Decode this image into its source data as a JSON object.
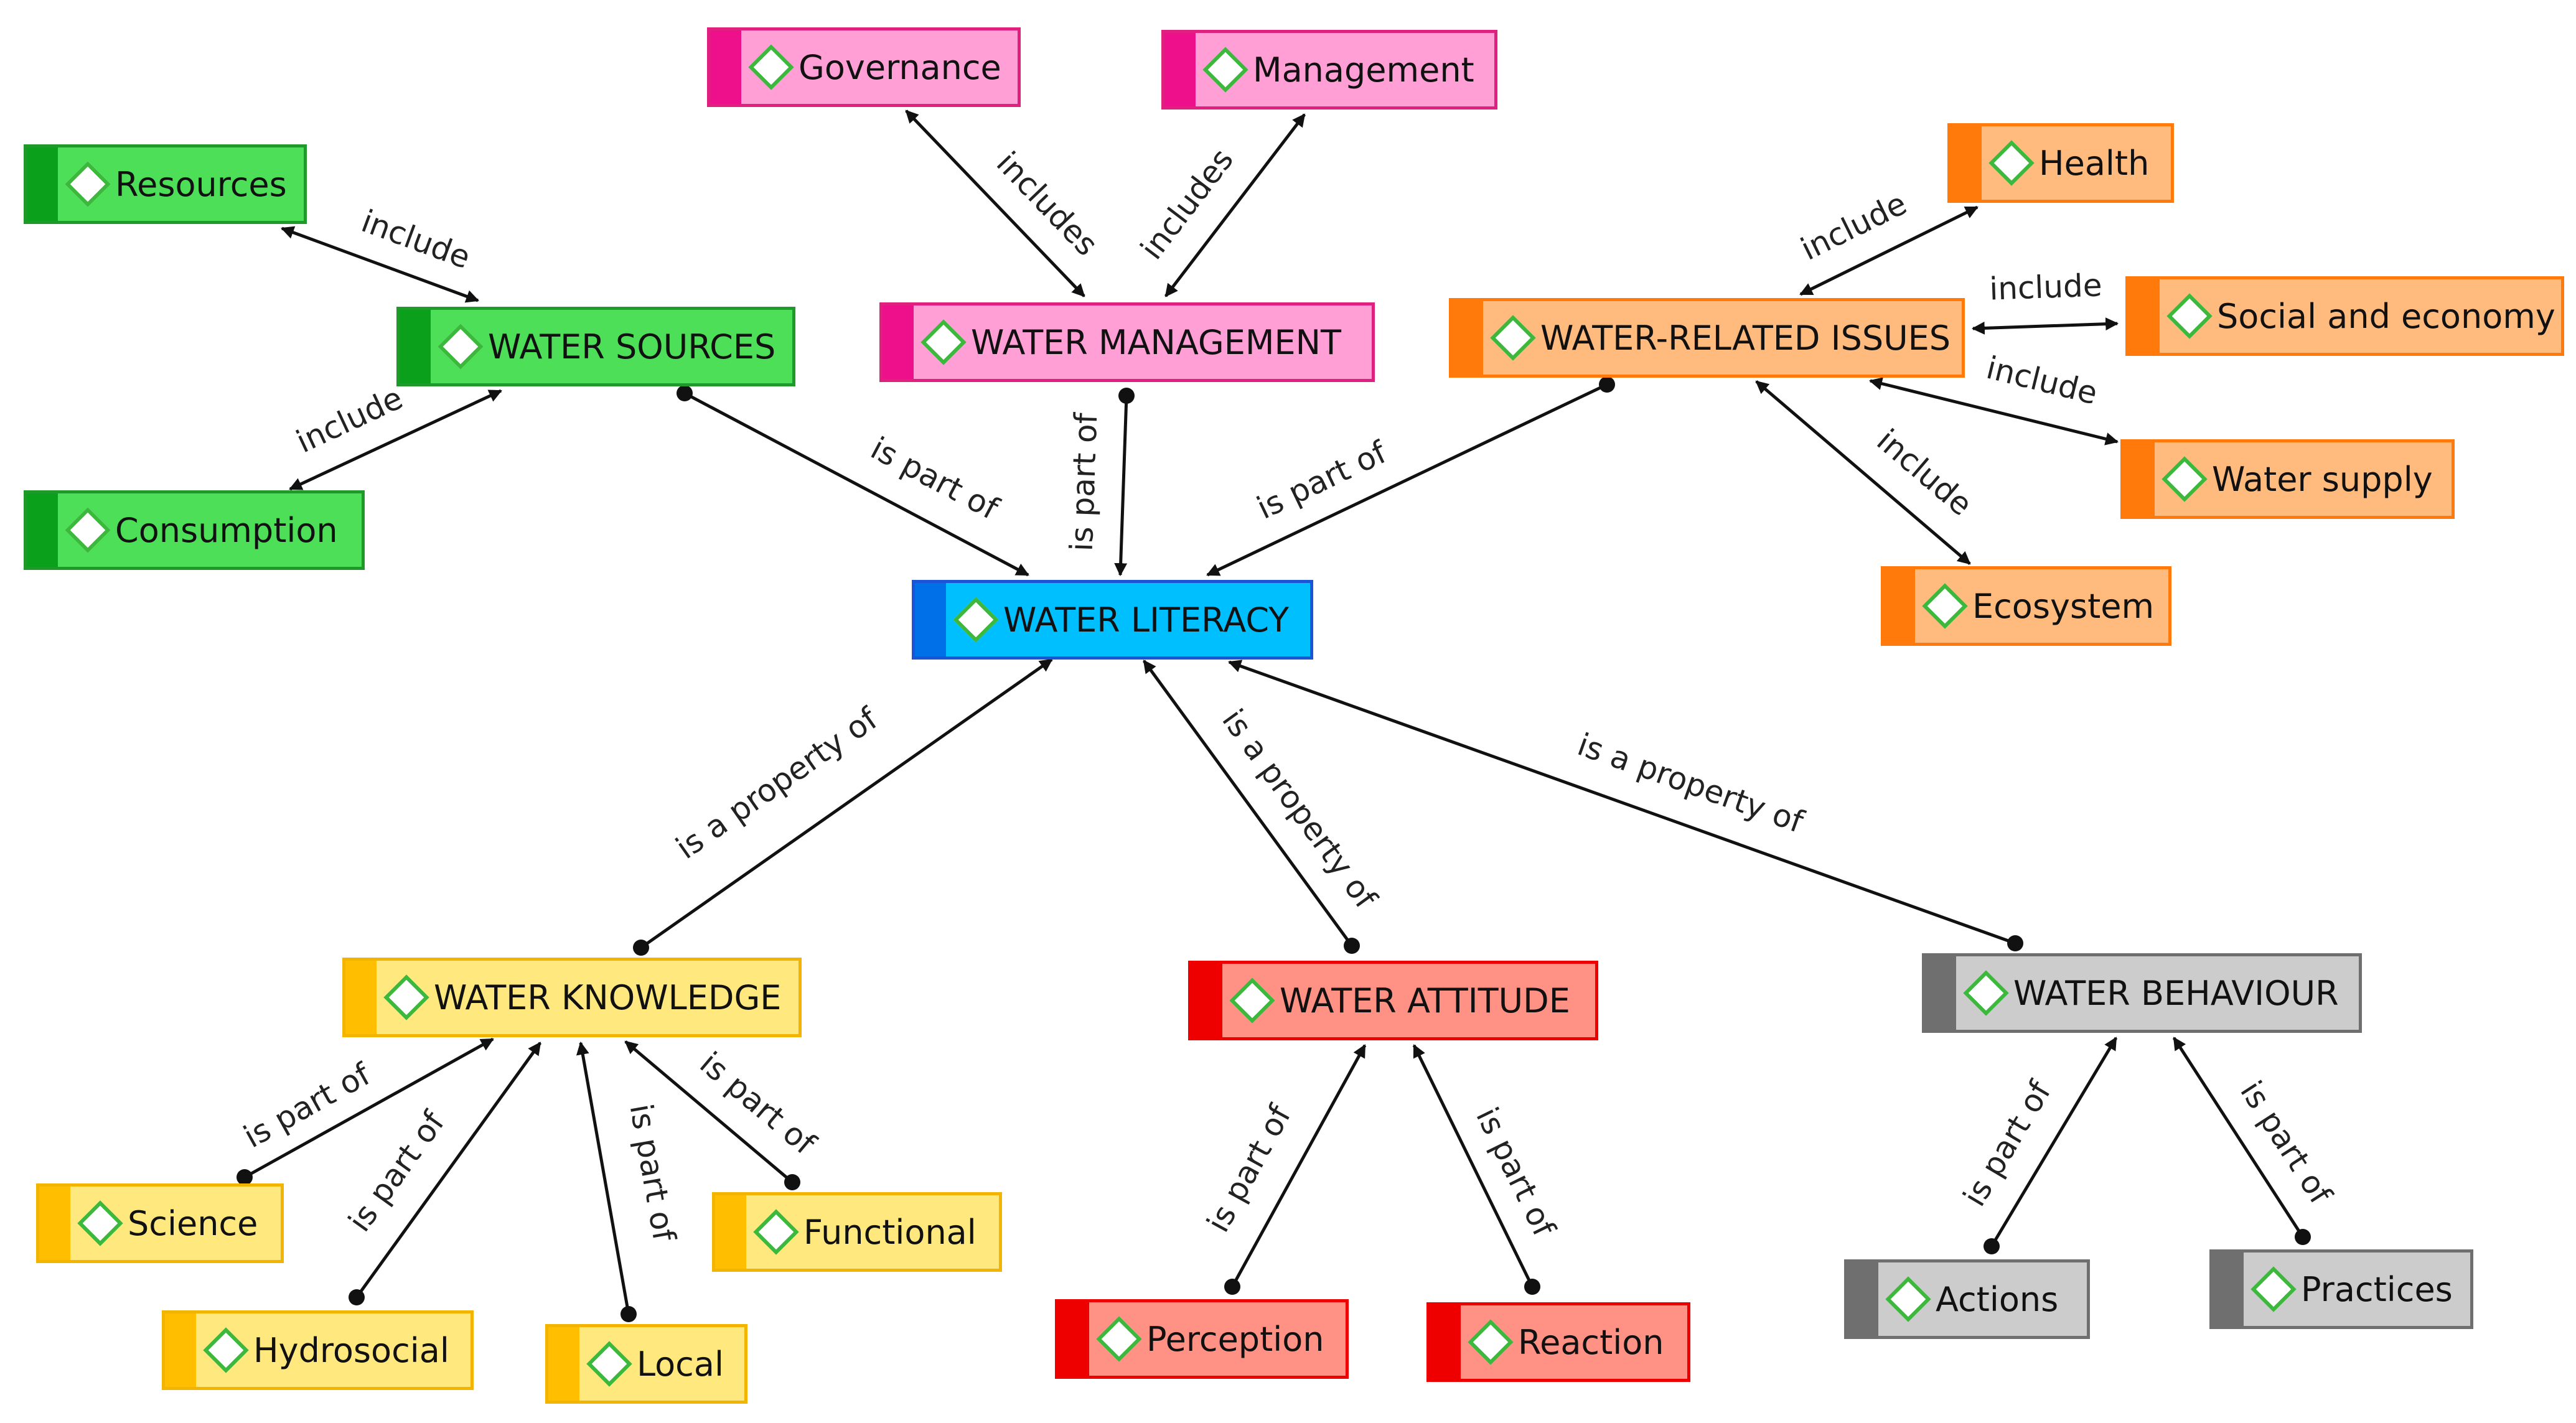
{
  "colors": {
    "green": {
      "fill": "#4ddf58",
      "bar": "#0ba01c",
      "border": "#1f9a2a"
    },
    "pink": {
      "fill": "#ff9fd6",
      "bar": "#ee0f8a",
      "border": "#e0207f"
    },
    "orange": {
      "fill": "#ffba7e",
      "bar": "#ff7a0a",
      "border": "#ff7a0a"
    },
    "blue": {
      "fill": "#00bfff",
      "bar": "#0070e8",
      "border": "#1a55d8"
    },
    "yellow": {
      "fill": "#ffe97e",
      "bar": "#ffbf00",
      "border": "#f2b400"
    },
    "red": {
      "fill": "#ff9185",
      "bar": "#ee0000",
      "border": "#ee0000"
    },
    "gray": {
      "fill": "#cccccc",
      "bar": "#6f6f6f",
      "border": "#6f6f6f"
    },
    "edge": "#111111",
    "diamond": "#3cb83c"
  },
  "nodes": [
    {
      "id": "water-literacy",
      "label": "WATER LITERACY",
      "color": "blue"
    },
    {
      "id": "water-sources",
      "label": "WATER SOURCES",
      "color": "green"
    },
    {
      "id": "resources",
      "label": "Resources",
      "color": "green"
    },
    {
      "id": "consumption",
      "label": "Consumption",
      "color": "green"
    },
    {
      "id": "water-management",
      "label": "WATER MANAGEMENT",
      "color": "pink"
    },
    {
      "id": "governance",
      "label": "Governance",
      "color": "pink"
    },
    {
      "id": "management",
      "label": "Management",
      "color": "pink"
    },
    {
      "id": "water-related-issues",
      "label": "WATER-RELATED ISSUES",
      "color": "orange"
    },
    {
      "id": "health",
      "label": "Health",
      "color": "orange"
    },
    {
      "id": "social-and-economy",
      "label": "Social and economy",
      "color": "orange"
    },
    {
      "id": "water-supply",
      "label": "Water supply",
      "color": "orange"
    },
    {
      "id": "ecosystem",
      "label": "Ecosystem",
      "color": "orange"
    },
    {
      "id": "water-knowledge",
      "label": "WATER KNOWLEDGE",
      "color": "yellow"
    },
    {
      "id": "science",
      "label": "Science",
      "color": "yellow"
    },
    {
      "id": "hydrosocial",
      "label": "Hydrosocial",
      "color": "yellow"
    },
    {
      "id": "local",
      "label": "Local",
      "color": "yellow"
    },
    {
      "id": "functional",
      "label": "Functional",
      "color": "yellow"
    },
    {
      "id": "water-attitude",
      "label": "WATER ATTITUDE",
      "color": "red"
    },
    {
      "id": "perception",
      "label": "Perception",
      "color": "red"
    },
    {
      "id": "reaction",
      "label": "Reaction",
      "color": "red"
    },
    {
      "id": "water-behaviour",
      "label": "WATER BEHAVIOUR",
      "color": "gray"
    },
    {
      "id": "actions",
      "label": "Actions",
      "color": "gray"
    },
    {
      "id": "practices",
      "label": "Practices",
      "color": "gray"
    }
  ],
  "edges": [
    {
      "id": "e-resources",
      "from": "water-sources",
      "to": "resources",
      "label": "include",
      "type": "bidirectional"
    },
    {
      "id": "e-consumption",
      "from": "water-sources",
      "to": "consumption",
      "label": "include",
      "type": "bidirectional"
    },
    {
      "id": "e-sources-literacy",
      "from": "water-sources",
      "to": "water-literacy",
      "label": "is part of",
      "type": "dot-arrow"
    },
    {
      "id": "e-governance",
      "from": "water-management",
      "to": "governance",
      "label": "includes",
      "type": "bidirectional"
    },
    {
      "id": "e-management",
      "from": "water-management",
      "to": "management",
      "label": "includes",
      "type": "bidirectional"
    },
    {
      "id": "e-management-literacy",
      "from": "water-management",
      "to": "water-literacy",
      "label": "is part of",
      "type": "dot-arrow"
    },
    {
      "id": "e-health",
      "from": "water-related-issues",
      "to": "health",
      "label": "include",
      "type": "bidirectional"
    },
    {
      "id": "e-social",
      "from": "water-related-issues",
      "to": "social-and-economy",
      "label": "include",
      "type": "bidirectional"
    },
    {
      "id": "e-supply",
      "from": "water-related-issues",
      "to": "water-supply",
      "label": "include",
      "type": "bidirectional"
    },
    {
      "id": "e-ecosystem",
      "from": "water-related-issues",
      "to": "ecosystem",
      "label": "include",
      "type": "bidirectional"
    },
    {
      "id": "e-issues-literacy",
      "from": "water-related-issues",
      "to": "water-literacy",
      "label": "is part of",
      "type": "dot-arrow"
    },
    {
      "id": "e-knowledge-literacy",
      "from": "water-knowledge",
      "to": "water-literacy",
      "label": "is a property of",
      "type": "dot-arrow"
    },
    {
      "id": "e-attitude-literacy",
      "from": "water-attitude",
      "to": "water-literacy",
      "label": "is a property of",
      "type": "dot-arrow"
    },
    {
      "id": "e-behaviour-literacy",
      "from": "water-behaviour",
      "to": "water-literacy",
      "label": "is a property of",
      "type": "dot-arrow"
    },
    {
      "id": "e-science",
      "from": "science",
      "to": "water-knowledge",
      "label": "is part of",
      "type": "dot-arrow"
    },
    {
      "id": "e-hydrosocial",
      "from": "hydrosocial",
      "to": "water-knowledge",
      "label": "is part of",
      "type": "dot-arrow"
    },
    {
      "id": "e-local",
      "from": "local",
      "to": "water-knowledge",
      "label": "is part of",
      "type": "dot-arrow"
    },
    {
      "id": "e-functional",
      "from": "functional",
      "to": "water-knowledge",
      "label": "is part of",
      "type": "dot-arrow"
    },
    {
      "id": "e-perception",
      "from": "perception",
      "to": "water-attitude",
      "label": "is part of",
      "type": "dot-arrow"
    },
    {
      "id": "e-reaction",
      "from": "reaction",
      "to": "water-attitude",
      "label": "is part of",
      "type": "dot-arrow"
    },
    {
      "id": "e-actions",
      "from": "actions",
      "to": "water-behaviour",
      "label": "is part of",
      "type": "dot-arrow"
    },
    {
      "id": "e-practices",
      "from": "practices",
      "to": "water-behaviour",
      "label": "is part of",
      "type": "dot-arrow"
    }
  ]
}
